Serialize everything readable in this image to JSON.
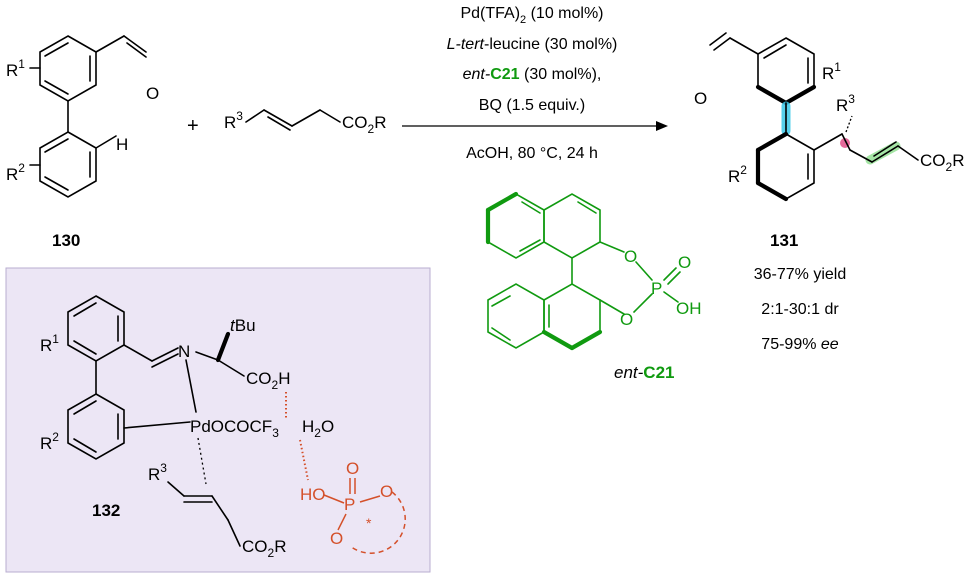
{
  "conditions": {
    "catalyst": "Pd(TFA)",
    "catalyst_sub": "2",
    "catalyst_tail": " (10 mol%)",
    "ligand_prefix": "L",
    "ligand_italic": "-tert",
    "ligand_rest": "-leucine (30 mol%)",
    "cpa_prefix": "ent-",
    "cpa_name": "C21",
    "cpa_rest": " (30 mol%),",
    "oxidant": "BQ (1.5 equiv.)",
    "solvent": "AcOH, 80 °C, 24 h"
  },
  "plus": "+",
  "labels": {
    "substrate": "130",
    "product": "131",
    "intermediate": "132",
    "cpa_prefix": "ent-",
    "cpa_name": "C21"
  },
  "results": {
    "yield": "36-77% yield",
    "dr": "2:1-30:1 dr",
    "ee_value": "75-99% ",
    "ee_unit": "ee"
  },
  "atoms": {
    "O": "O",
    "H": "H",
    "R": "R",
    "sup1": "1",
    "sup2": "2",
    "sup3": "3",
    "CO2R_a": "CO",
    "CO2R_b": "2",
    "CO2R_c": "R",
    "P": "P",
    "OH": "OH",
    "HO": "HO",
    "N": "N",
    "tBu_t": "t",
    "tBu_b": "Bu",
    "CO2H_a": "CO",
    "CO2H_b": "2",
    "CO2H_c": "H",
    "Pd": "PdOCOCF",
    "Pd_sub": "3",
    "H2O_a": "H",
    "H2O_b": "2",
    "H2O_c": "O",
    "star": "*"
  },
  "colors": {
    "green": "#109a10",
    "orange": "#d4502a",
    "panel": "#ece6f5",
    "panel_border": "#b9aed0",
    "cyan": "#3cc8e8",
    "pink": "#e0508a",
    "lightgreen": "#9be39b"
  }
}
